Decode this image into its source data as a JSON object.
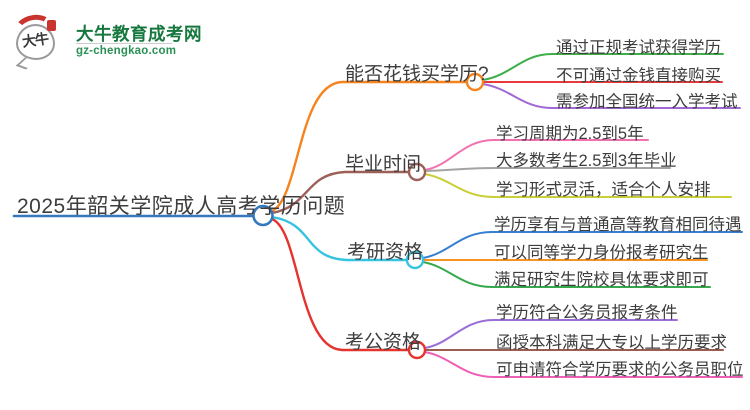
{
  "logo": {
    "icon_text": "大牛",
    "title": "大牛教育成考网",
    "domain": "gz-chengkao.com",
    "brand_color": "#17783f"
  },
  "root": {
    "label": "2025年韶关学院成人高考学历问题",
    "color": "#3478be"
  },
  "branches": [
    {
      "label": "能否花钱买学历?",
      "color": "#f5841e",
      "children": [
        {
          "text": "通过正规考试获得学历",
          "color": "#3fae49"
        },
        {
          "text": "不可通过金钱直接购买",
          "color": "#e8393b"
        },
        {
          "text": "需参加全国统一入学考试",
          "color": "#a168d6"
        }
      ]
    },
    {
      "label": "毕业时间",
      "color": "#9c6057",
      "children": [
        {
          "text": "学习周期为2.5到5年",
          "color": "#f272af"
        },
        {
          "text": "大多数考生2.5到3年毕业",
          "color": "#a3a3a3"
        },
        {
          "text": "学习形式灵活，适合个人安排",
          "color": "#c9cf35"
        }
      ]
    },
    {
      "label": "考研资格",
      "color": "#35c3e0",
      "children": [
        {
          "text": "学历享有与普通高等教育相同待遇",
          "color": "#377fd2"
        },
        {
          "text": "可以同等学力身份报考研究生",
          "color": "#f79321"
        },
        {
          "text": "满足研究生院校具体要求即可",
          "color": "#35a94c"
        }
      ]
    },
    {
      "label": "考公资格",
      "color": "#e5332e",
      "children": [
        {
          "text": "学历符合公务员报考条件",
          "color": "#9a6fd9"
        },
        {
          "text": "函授本科满足大专以上学历要求",
          "color": "#9c5c50"
        },
        {
          "text": "可申请符合学历要求的公务员职位",
          "color": "#ee5fb5"
        }
      ]
    }
  ]
}
